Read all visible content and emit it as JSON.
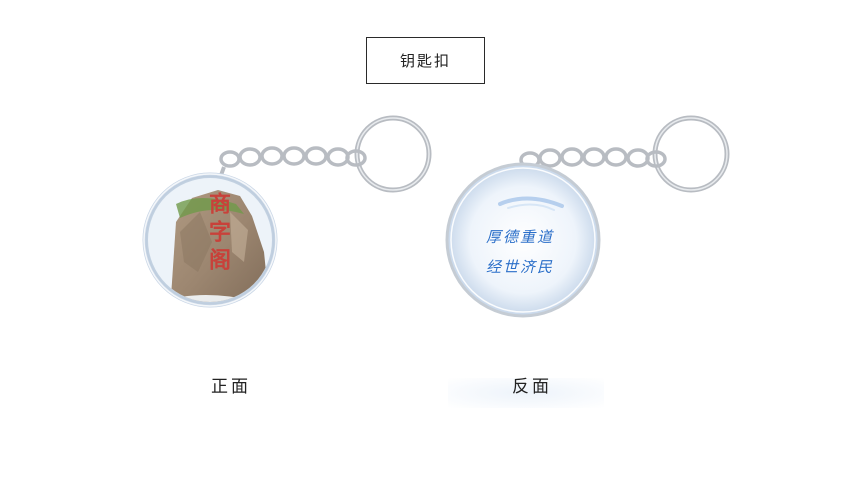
{
  "title": "钥匙扣",
  "front": {
    "caption": "正面",
    "rock_inscription": "商字阁"
  },
  "back": {
    "caption": "反面",
    "line1": "厚德重道",
    "line2": "经世济民"
  },
  "colors": {
    "chain": "#b8bcc2",
    "disc_edge": "#c9d6e6",
    "back_text": "#2b6fc9",
    "rock_text": "#c8413a"
  }
}
